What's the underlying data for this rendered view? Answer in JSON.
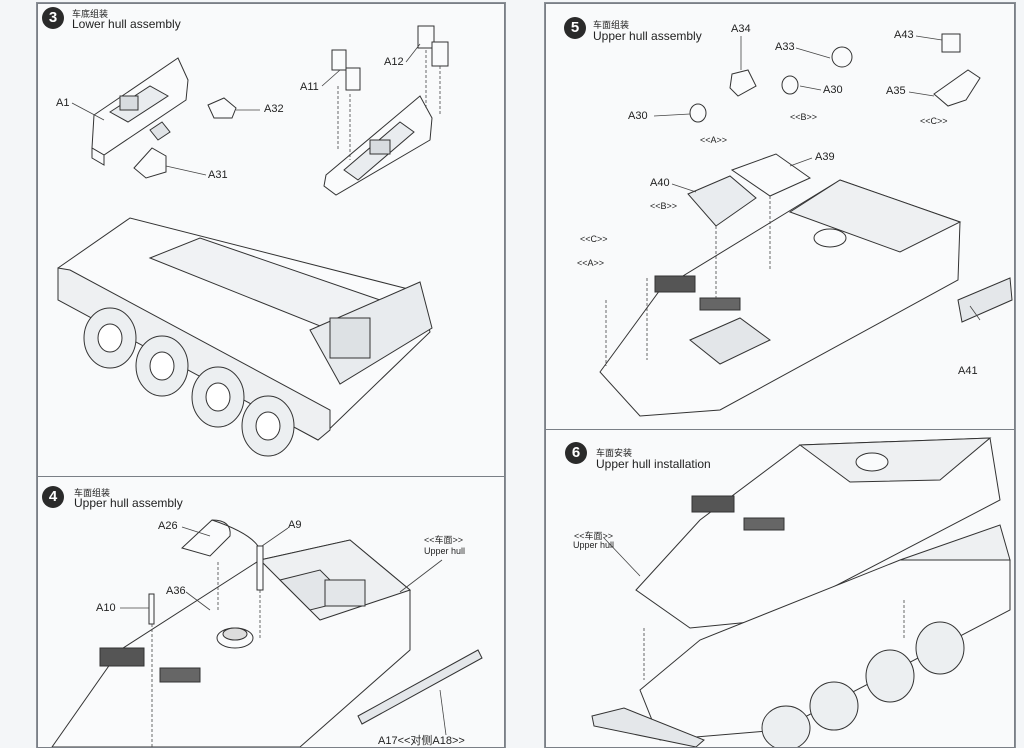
{
  "steps": [
    {
      "num": "3",
      "title_cn": "车底组装",
      "title_en": "Lower hull assembly",
      "labels": {
        "a1": "A1",
        "a32": "A32",
        "a31": "A31",
        "a11": "A11",
        "a12": "A12"
      }
    },
    {
      "num": "4",
      "title_cn": "车面组装",
      "title_en": "Upper hull assembly",
      "labels": {
        "a26": "A26",
        "a9": "A9",
        "a36": "A36",
        "a10": "A10",
        "upper_cn": "<<车面>>",
        "upper_en": "Upper hull",
        "a17": "A17<<对侧A18>>"
      }
    },
    {
      "num": "5",
      "title_cn": "车面组装",
      "title_en": "Upper hull assembly",
      "labels": {
        "a34": "A34",
        "a33": "A33",
        "a43": "A43",
        "a30a": "A30",
        "a30b": "A30",
        "a35": "A35",
        "grp_a": "<<A>>",
        "grp_b": "<<B>>",
        "grp_c": "<<C>>",
        "a39": "A39",
        "a40": "A40",
        "b_ref": "<<B>>",
        "c_ref": "<<C>>",
        "a_ref": "<<A>>",
        "a41": "A41"
      }
    },
    {
      "num": "6",
      "title_cn": "车面安装",
      "title_en": "Upper hull installation",
      "labels": {
        "upper_cn": "<<车面>>",
        "upper_en": "Upper hull"
      }
    }
  ]
}
